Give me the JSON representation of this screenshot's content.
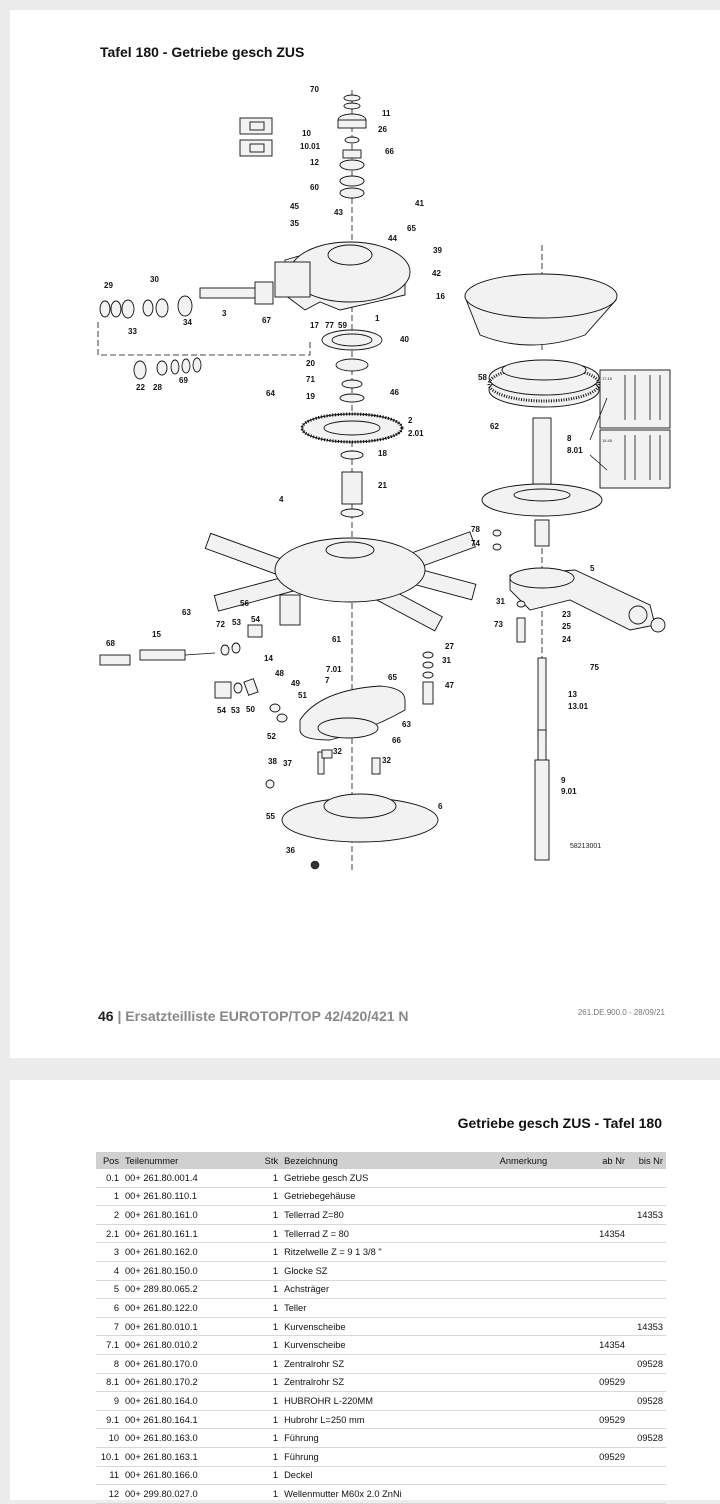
{
  "page1": {
    "title": "Tafel 180 - Getriebe gesch ZUS",
    "footer_page": "46",
    "footer_sep": "|",
    "footer_title": "Ersatzteilliste EUROTOP/TOP 42/420/421 N",
    "footer_doc": "261.DE.900.0 - 28/09/21",
    "drawing_number": "58213001",
    "callouts": [
      "70",
      "11",
      "26",
      "10",
      "10.01",
      "66",
      "12",
      "60",
      "41",
      "45",
      "43",
      "35",
      "44",
      "65",
      "39",
      "42",
      "16",
      "29",
      "30",
      "3",
      "67",
      "17",
      "77",
      "59",
      "1",
      "33",
      "34",
      "40",
      "22",
      "28",
      "69",
      "20",
      "58",
      "71",
      "46",
      "19",
      "64",
      "2",
      "2.01",
      "62",
      "8",
      "8.01",
      "18",
      "21",
      "4",
      "78",
      "74",
      "5",
      "31",
      "23",
      "25",
      "24",
      "73",
      "56",
      "63",
      "72",
      "53",
      "54",
      "15",
      "68",
      "61",
      "27",
      "31",
      "47",
      "65",
      "7.01",
      "7",
      "14",
      "48",
      "49",
      "51",
      "50",
      "52",
      "54",
      "53",
      "63",
      "75",
      "13",
      "13.01",
      "66",
      "32",
      "38",
      "37",
      "32",
      "6",
      "55",
      "9",
      "9.01",
      "36"
    ],
    "inset_labels": [
      "17.15",
      "15.45"
    ]
  },
  "page2": {
    "title": "Getriebe gesch ZUS - Tafel 180",
    "headers": {
      "pos": "Pos",
      "teil": "Teilenummer",
      "stk": "Stk",
      "bez": "Bezeichnung",
      "anm": "Anmerkung",
      "ab": "ab Nr",
      "bis": "bis Nr"
    },
    "rows": [
      {
        "pos": "0.1",
        "teil": "00+ 261.80.001.4",
        "stk": "1",
        "bez": "Getriebe gesch ZUS",
        "anm": "",
        "ab": "",
        "bis": ""
      },
      {
        "pos": "1",
        "teil": "00+ 261.80.110.1",
        "stk": "1",
        "bez": "Getriebegehäuse",
        "anm": "",
        "ab": "",
        "bis": ""
      },
      {
        "pos": "2",
        "teil": "00+ 261.80.161.0",
        "stk": "1",
        "bez": "Tellerrad Z=80",
        "anm": "",
        "ab": "",
        "bis": "14353"
      },
      {
        "pos": "2.1",
        "teil": "00+ 261.80.161.1",
        "stk": "1",
        "bez": "Tellerrad Z = 80",
        "anm": "",
        "ab": "14354",
        "bis": ""
      },
      {
        "pos": "3",
        "teil": "00+ 261.80.162.0",
        "stk": "1",
        "bez": "Ritzelwelle Z = 9 1 3/8 \"",
        "anm": "",
        "ab": "",
        "bis": ""
      },
      {
        "pos": "4",
        "teil": "00+ 261.80.150.0",
        "stk": "1",
        "bez": "Glocke SZ",
        "anm": "",
        "ab": "",
        "bis": ""
      },
      {
        "pos": "5",
        "teil": "00+ 289.80.065.2",
        "stk": "1",
        "bez": "Achsträger",
        "anm": "",
        "ab": "",
        "bis": ""
      },
      {
        "pos": "6",
        "teil": "00+ 261.80.122.0",
        "stk": "1",
        "bez": "Teller",
        "anm": "",
        "ab": "",
        "bis": ""
      },
      {
        "pos": "7",
        "teil": "00+ 261.80.010.1",
        "stk": "1",
        "bez": "Kurvenscheibe",
        "anm": "",
        "ab": "",
        "bis": "14353"
      },
      {
        "pos": "7.1",
        "teil": "00+ 261.80.010.2",
        "stk": "1",
        "bez": "Kurvenscheibe",
        "anm": "",
        "ab": "14354",
        "bis": ""
      },
      {
        "pos": "8",
        "teil": "00+ 261.80.170.0",
        "stk": "1",
        "bez": "Zentralrohr SZ",
        "anm": "",
        "ab": "",
        "bis": "09528"
      },
      {
        "pos": "8.1",
        "teil": "00+ 261.80.170.2",
        "stk": "1",
        "bez": "Zentralrohr SZ",
        "anm": "",
        "ab": "09529",
        "bis": ""
      },
      {
        "pos": "9",
        "teil": "00+ 261.80.164.0",
        "stk": "1",
        "bez": "HUBROHR L-220MM",
        "anm": "",
        "ab": "",
        "bis": "09528"
      },
      {
        "pos": "9.1",
        "teil": "00+ 261.80.164.1",
        "stk": "1",
        "bez": "Hubrohr L=250 mm",
        "anm": "",
        "ab": "09529",
        "bis": ""
      },
      {
        "pos": "10",
        "teil": "00+ 261.80.163.0",
        "stk": "1",
        "bez": "Führung",
        "anm": "",
        "ab": "",
        "bis": "09528"
      },
      {
        "pos": "10.1",
        "teil": "00+ 261.80.163.1",
        "stk": "1",
        "bez": "Führung",
        "anm": "",
        "ab": "09529",
        "bis": ""
      },
      {
        "pos": "11",
        "teil": "00+ 261.80.166.0",
        "stk": "1",
        "bez": "Deckel",
        "anm": "",
        "ab": "",
        "bis": ""
      },
      {
        "pos": "12",
        "teil": "00+ 299.80.027.0",
        "stk": "1",
        "bez": "Wellenmutter M60x 2.0 ZnNi",
        "anm": "",
        "ab": "",
        "bis": ""
      }
    ]
  }
}
